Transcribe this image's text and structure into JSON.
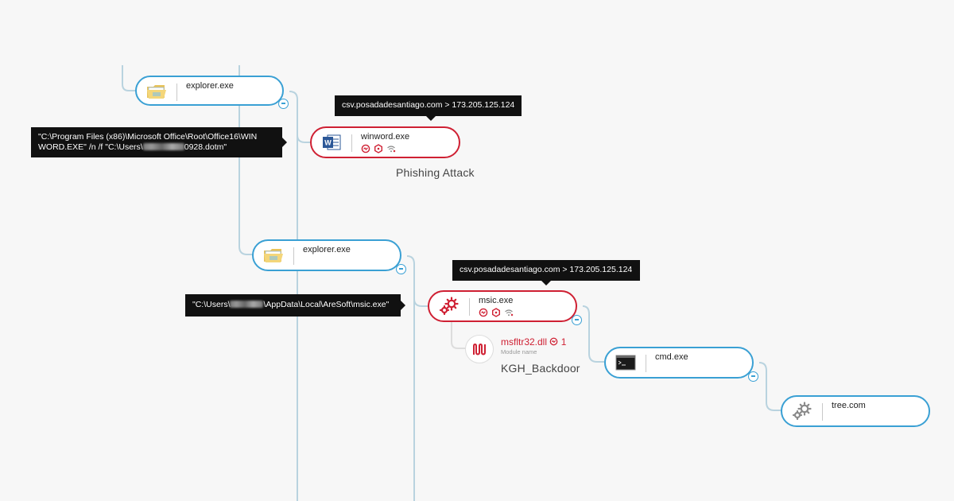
{
  "colors": {
    "benign_border": "#3aa0d4",
    "threat_border": "#cf2033",
    "line": "#b9d3df",
    "tooltip_bg": "#111111"
  },
  "nodes": {
    "explorer1": {
      "name": "explorer.exe",
      "icon": "folder-icon"
    },
    "winword": {
      "name": "winword.exe",
      "icon": "word-icon",
      "badges": [
        "threat-badge-icon",
        "hex-alert-icon",
        "network-icon"
      ]
    },
    "explorer2": {
      "name": "explorer.exe",
      "icon": "folder-icon"
    },
    "msic": {
      "name": "msic.exe",
      "icon": "gears-icon",
      "badges": [
        "threat-badge-icon",
        "hex-alert-icon",
        "network-icon"
      ]
    },
    "cmd": {
      "name": "cmd.exe",
      "icon": "terminal-icon"
    },
    "tree": {
      "name": "tree.com",
      "icon": "gears-icon"
    }
  },
  "module": {
    "name": "msfltr32.dll",
    "count": "1",
    "sublabel": "Module name",
    "icon": "module-icon"
  },
  "tooltips": {
    "winword_net": "csv.posadadesantiago.com > 173.205.125.124",
    "winword_cmd_start": "\"C:\\Program Files (x86)\\Microsoft Office\\Root\\Office16\\WIN WORD.EXE\" /n /f \"C:\\Users\\",
    "winword_cmd_end": "0928.dotm\"",
    "msic_net": "csv.posadadesantiago.com > 173.205.125.124",
    "msic_cmd_start": "\"C:\\Users\\",
    "msic_cmd_end": "\\AppData\\Local\\AreSoft\\msic.exe\""
  },
  "annotations": {
    "phishing": "Phishing Attack",
    "backdoor": "KGH_Backdoor"
  }
}
